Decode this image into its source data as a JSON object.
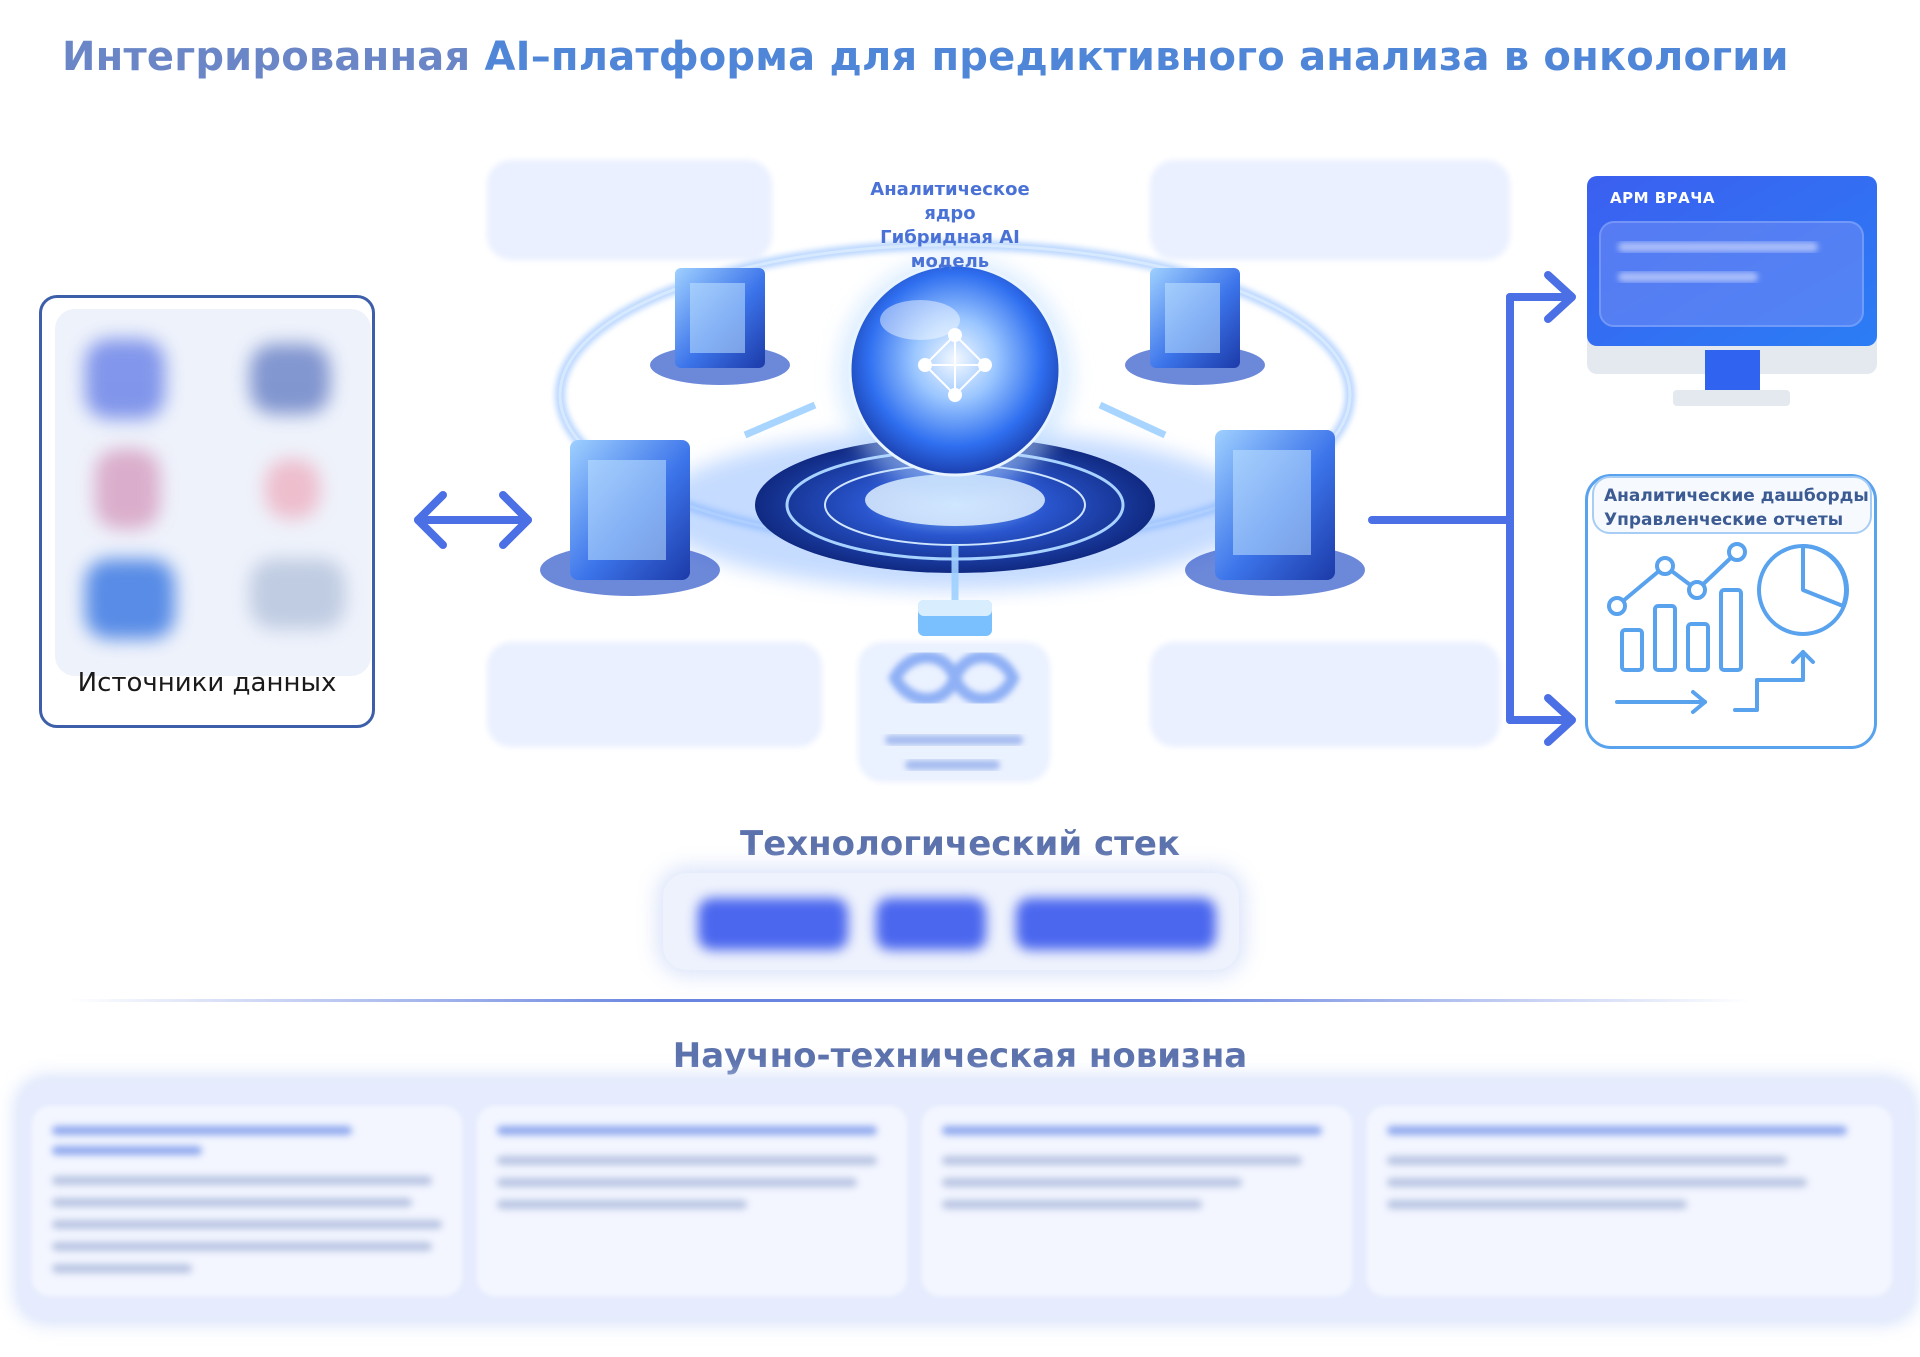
{
  "title": {
    "part1": "Интегрированная ",
    "part2": "AI–платформа для предиктивного анализа в онкологии"
  },
  "sources": {
    "label": "Источники данных"
  },
  "core": {
    "line1": "Аналитическое ядро",
    "line2": "Гибридная AI модель"
  },
  "doctor_workstation": {
    "label": "АРМ ВРАЧА"
  },
  "dashboards": {
    "line1": "Аналитические дашборды",
    "line2": "Управленческие отчеты"
  },
  "tech_stack": {
    "title": "Технологический стек"
  },
  "novelty": {
    "title": "Научно-техническая новизна"
  },
  "colors": {
    "title_primary": "#6a86c7",
    "title_accent": "#4f86d8",
    "arrow_blue": "#4b6fe4",
    "frame_navy": "#3d5fa9",
    "dashboard_blue": "#58a2ee",
    "heading_slate": "#5c72ad"
  },
  "icons": [
    "double-arrow-icon",
    "branch-arrow-icon",
    "monitor-icon",
    "line-chart-icon",
    "pie-chart-icon",
    "infinity-icon",
    "neural-sphere-icon",
    "server-icon"
  ]
}
